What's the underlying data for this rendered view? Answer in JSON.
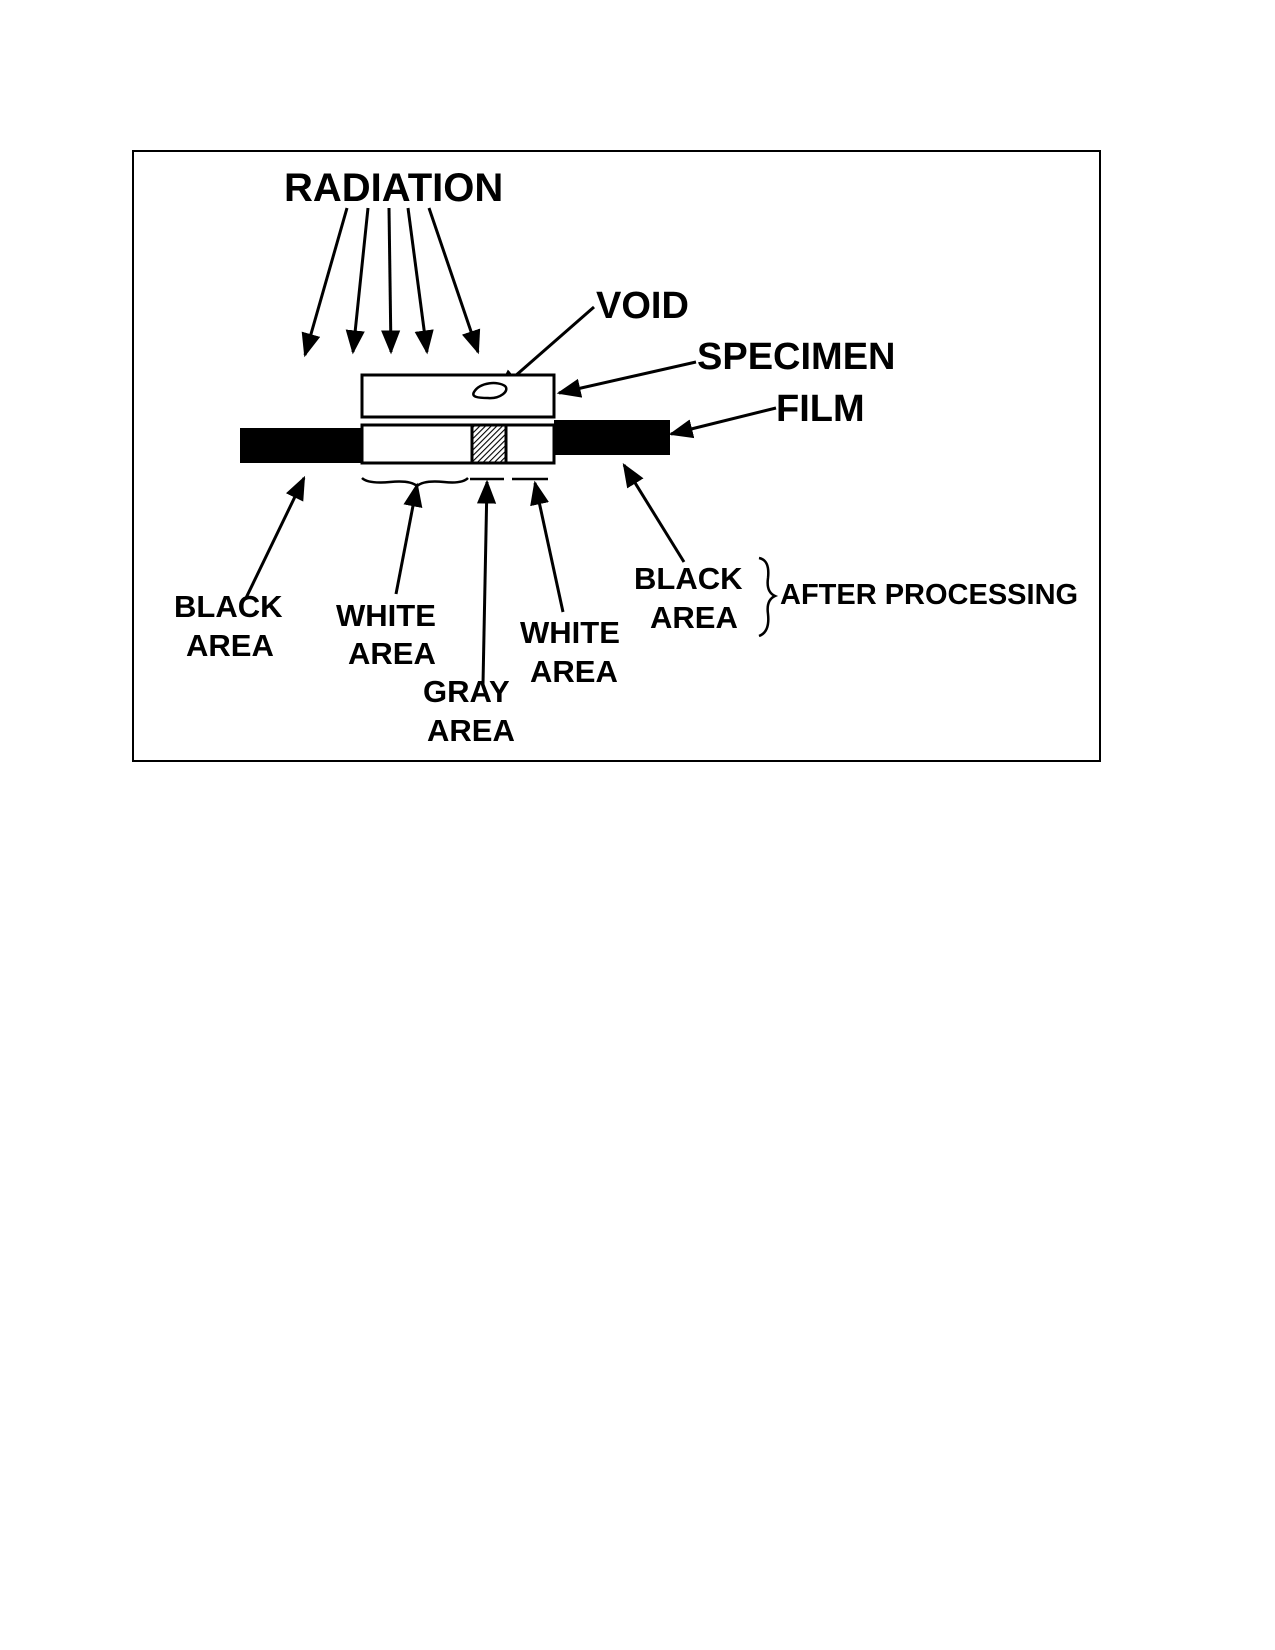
{
  "diagram": {
    "labels": {
      "radiation": "RADIATION",
      "void": "VOID",
      "specimen": "SPECIMEN",
      "film": "FILM",
      "black_area_left": [
        "BLACK",
        "AREA"
      ],
      "white_area_left": [
        "WHITE",
        "AREA"
      ],
      "gray_area": [
        "GRAY",
        "AREA"
      ],
      "white_area_right": [
        "WHITE",
        "AREA"
      ],
      "black_area_right": [
        "BLACK",
        "AREA"
      ],
      "after_processing": "AFTER PROCESSING"
    },
    "colors": {
      "ink": "#000000",
      "paper": "#ffffff"
    }
  }
}
